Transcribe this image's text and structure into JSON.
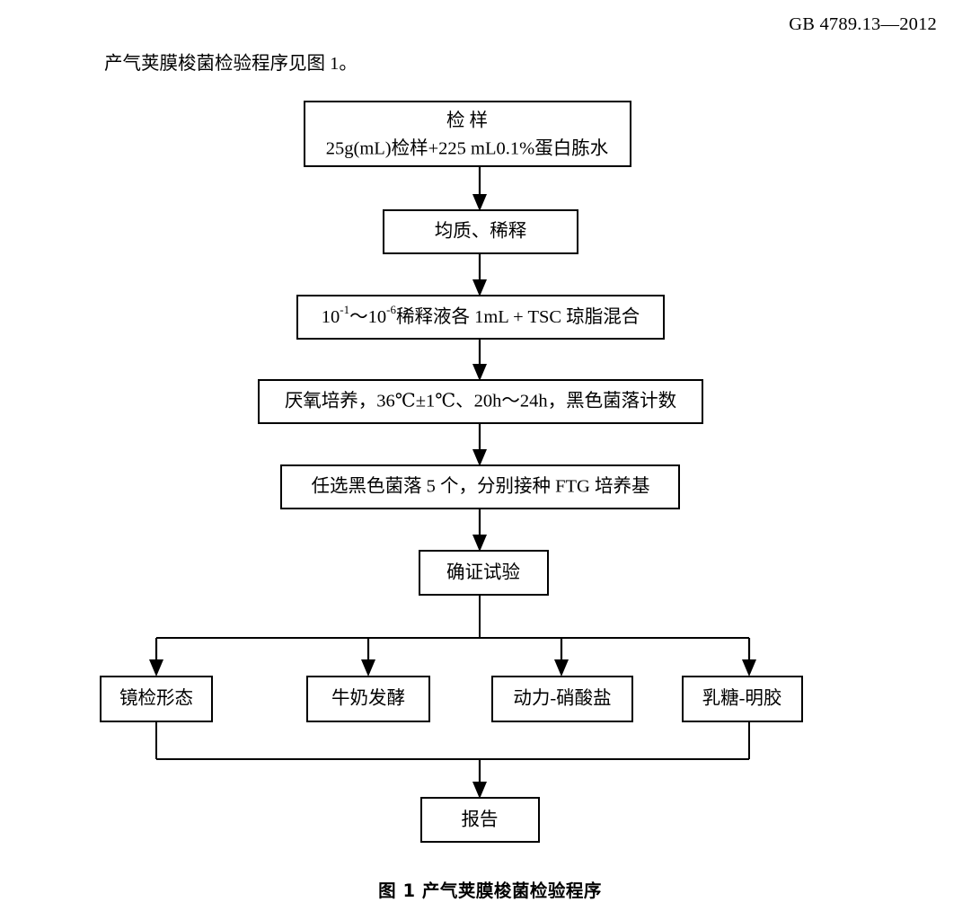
{
  "document": {
    "standard_header": "GB 4789.13—2012",
    "intro_text": "产气荚膜梭菌检验程序见图 1。",
    "figure_caption": "图 1 产气荚膜梭菌检验程序"
  },
  "flowchart": {
    "type": "process-flow-diagram",
    "colors": {
      "stroke": "#000000",
      "fill": "#ffffff",
      "text": "#000000"
    },
    "nodes": [
      {
        "id": "sample",
        "line1": "检    样",
        "line2": "25g(mL)检样+225 mL0.1%蛋白胨水"
      },
      {
        "id": "homogenize",
        "label": "均质、稀释"
      },
      {
        "id": "dilution-tsc",
        "label_prefix": "10",
        "sup1": "-1",
        "label_mid": "～10",
        "sup2": "-6",
        "label_suffix": "稀释液各 1mL + TSC 琼脂混合",
        "label_plain": "10-1～10-6稀释液各 1mL + TSC 琼脂混合"
      },
      {
        "id": "anaerobic-culture",
        "label": "厌氧培养，36℃±1℃、20h～24h，黑色菌落计数"
      },
      {
        "id": "pick-colonies",
        "label": "任选黑色菌落 5 个，分别接种 FTG 培养基"
      },
      {
        "id": "confirmation-test",
        "label": "确证试验"
      },
      {
        "id": "microscopy",
        "label": "镜检形态"
      },
      {
        "id": "milk-fermentation",
        "label": "牛奶发酵"
      },
      {
        "id": "motility-nitrate",
        "label": "动力-硝酸盐"
      },
      {
        "id": "lactose-gelatin",
        "label": "乳糖-明胶"
      },
      {
        "id": "report",
        "label": "报告"
      }
    ]
  }
}
